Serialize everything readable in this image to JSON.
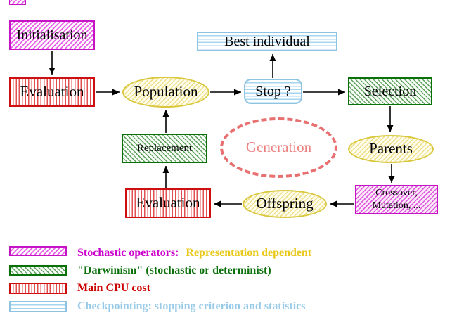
{
  "nodes": {
    "initialisation": "Initialisation",
    "evaluation_top": "Evaluation",
    "population": "Population",
    "best_individual": "Best individual",
    "stop": "Stop ?",
    "selection": "Selection",
    "parents": "Parents",
    "crossover_line1": "Crossover,",
    "crossover_line2": "Mutation, ...",
    "offspring": "Offspring",
    "evaluation_bottom": "Evaluation",
    "replacement": "Replacement",
    "generation": "Generation"
  },
  "legend": {
    "stochastic_label": "Stochastic operators:",
    "stochastic_value": "Representation dependent",
    "darwinism_label": "\"Darwinism\" (stochastic or determinist)",
    "cpu_label": "Main CPU cost",
    "checkpointing_label": "Checkpointing: stopping criterion and statistics"
  },
  "colors": {
    "magenta": "#cc00cc",
    "red": "#cc0000",
    "green": "#0a700a",
    "gold_text": "#e9c81a",
    "yellow_border": "#d9c83e",
    "light_blue": "#99cbe8",
    "blue_border": "#8fc3e2",
    "salmon": "#e87070",
    "arrow_black": "#000000"
  }
}
